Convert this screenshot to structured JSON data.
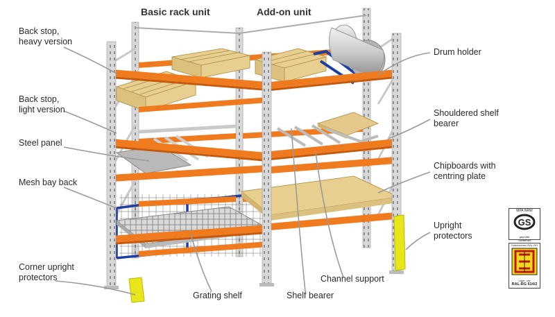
{
  "headers": {
    "basic": "Basic rack unit",
    "addon": "Add-on unit"
  },
  "labels": {
    "back_stop_heavy": "Back stop,\nheavy version",
    "back_stop_light": "Back stop,\nlight version",
    "steel_panel": "Steel panel",
    "mesh_bay_back": "Mesh bay back",
    "corner_upright_protectors": "Corner upright\nprotectors",
    "grating_shelf": "Grating shelf",
    "shelf_bearer": "Shelf bearer",
    "channel_support": "Channel support",
    "drum_holder": "Drum holder",
    "shouldered_shelf_bearer": "Shouldered shelf\nbearer",
    "chipboards": "Chipboards with\ncentring plate",
    "upright_protectors": "Upright\nprotectors"
  },
  "badges": {
    "gs_top": "MPA NRW",
    "gs_bottom": "geprüfte\nSicherheit",
    "ral_top": "Gütezeichen RAL-RG 614",
    "ral_bottom": "Lager- und Betriebseinrichtungen",
    "ral_code": "RAL-RG 614/2"
  },
  "colors": {
    "beam": "#f07a1e",
    "beam_dark": "#c55a0c",
    "upright": "#d5d5d5",
    "upright_edge": "#9a9a9a",
    "pallet": "#e9cf8f",
    "pallet_edge": "#b89a55",
    "mesh": "#1f3fa0",
    "protector": "#e8e61a",
    "leader": "#9a9a9a"
  }
}
